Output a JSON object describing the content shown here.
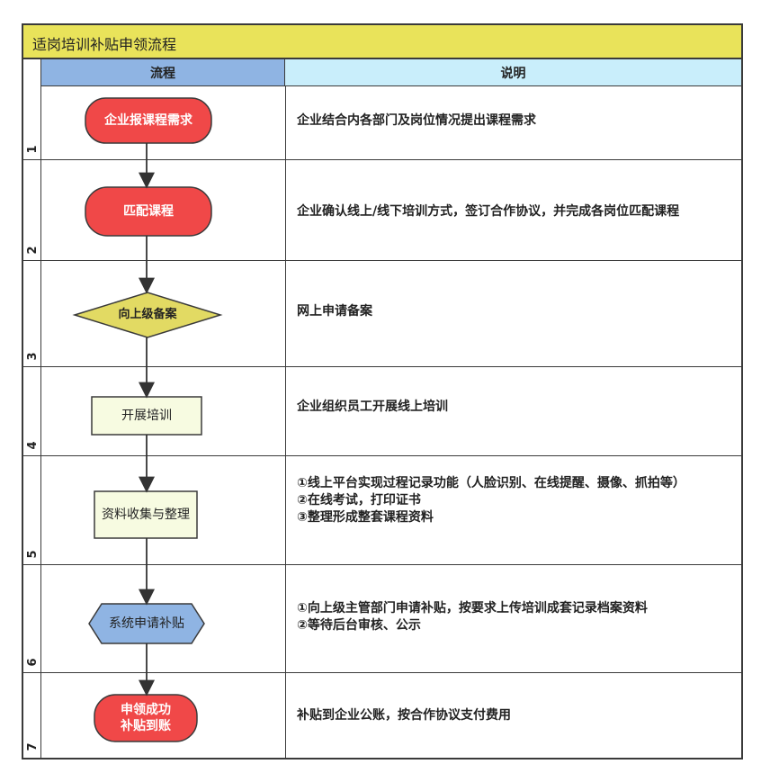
{
  "title": "适岗培训补贴申领流程",
  "headers": {
    "flow": "流程",
    "description": "说明"
  },
  "steps": [
    {
      "num": "1",
      "shape": "rounded-red",
      "label": "企业报课程需求",
      "desc": [
        "企业结合内各部门及岗位情况提出课程需求"
      ]
    },
    {
      "num": "2",
      "shape": "rounded-red",
      "label": "匹配课程",
      "desc": [
        "企业确认线上/线下培训方式，签订合作协议，并完成各岗位匹配课程"
      ]
    },
    {
      "num": "3",
      "shape": "diamond-yellow",
      "label": "向上级备案",
      "desc": [
        "网上申请备案"
      ]
    },
    {
      "num": "4",
      "shape": "rect-cream",
      "label": "开展培训",
      "desc": [
        "企业组织员工开展线上培训"
      ]
    },
    {
      "num": "5",
      "shape": "rect-cream",
      "label": "资料收集与整理",
      "desc": [
        "①线上平台实现过程记录功能（人脸识别、在线提醒、摄像、抓拍等）",
        "②在线考试，打印证书",
        "③整理形成整套课程资料"
      ]
    },
    {
      "num": "6",
      "shape": "hexagon-blue",
      "label": "系统申请补贴",
      "desc": [
        "①向上级主管部门申请补贴，按要求上传培训成套记录档案资料",
        "②等待后台审核、公示"
      ]
    },
    {
      "num": "7",
      "shape": "rounded-red",
      "label": "申领成功\n补贴到账",
      "desc": [
        "补贴到企业公账，按合作协议支付费用"
      ]
    }
  ],
  "colors": {
    "title_bg": "#e9e35a",
    "flow_header_bg": "#8fb4e3",
    "desc_header_bg": "#c9eefb",
    "red_node": "#f04848",
    "yellow_node": "#e2da63",
    "cream_node": "#f7fbe1",
    "blue_node": "#8fb4e3"
  }
}
